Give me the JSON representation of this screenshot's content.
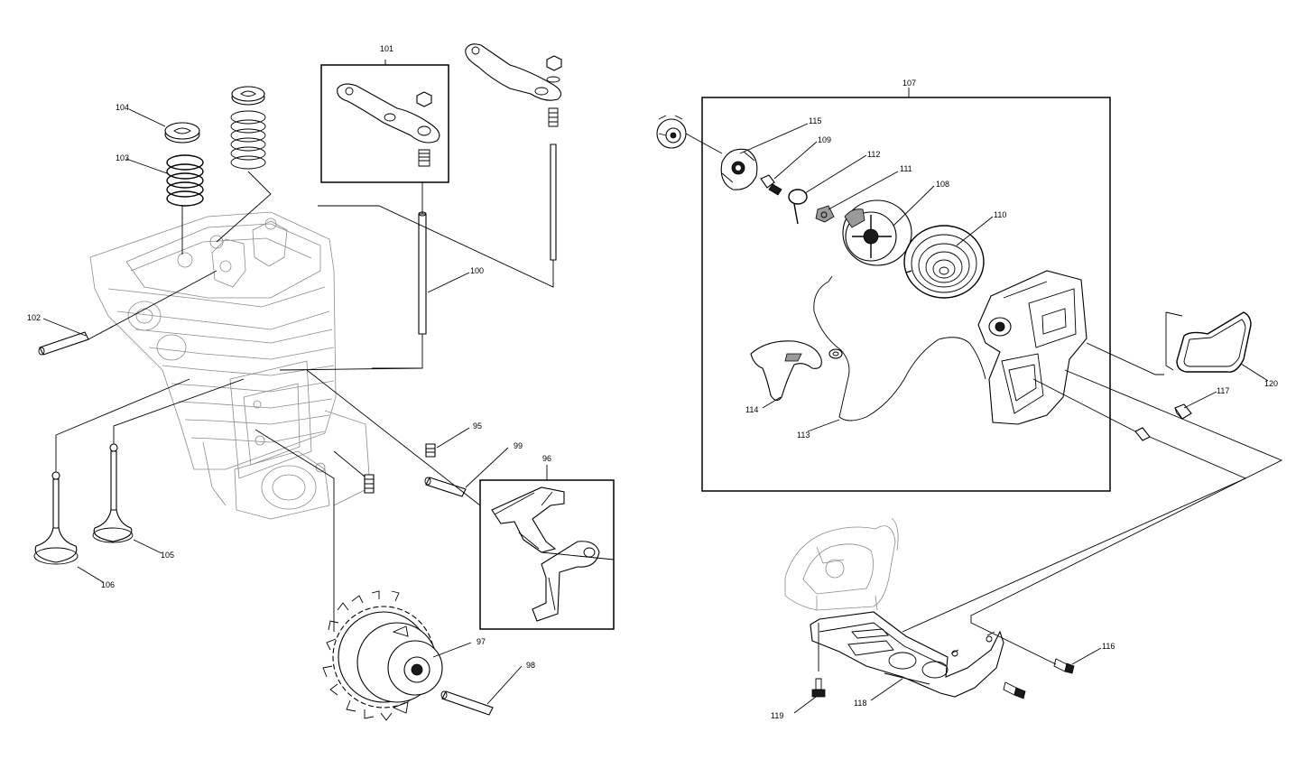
{
  "diagram": {
    "callouts": {
      "p95": "95",
      "p96": "96",
      "p97": "97",
      "p98": "98",
      "p99": "99",
      "p100": "100",
      "p101": "101",
      "p102": "102",
      "p103": "103",
      "p104": "104",
      "p105": "105",
      "p106": "106",
      "p107": "107",
      "p108": "108",
      "p109": "109",
      "p110": "110",
      "p111": "111",
      "p112": "112",
      "p113": "113",
      "p114": "114",
      "p115": "115",
      "p116": "116",
      "p117": "117",
      "p118": "118",
      "p119": "119",
      "p120": "120"
    }
  }
}
